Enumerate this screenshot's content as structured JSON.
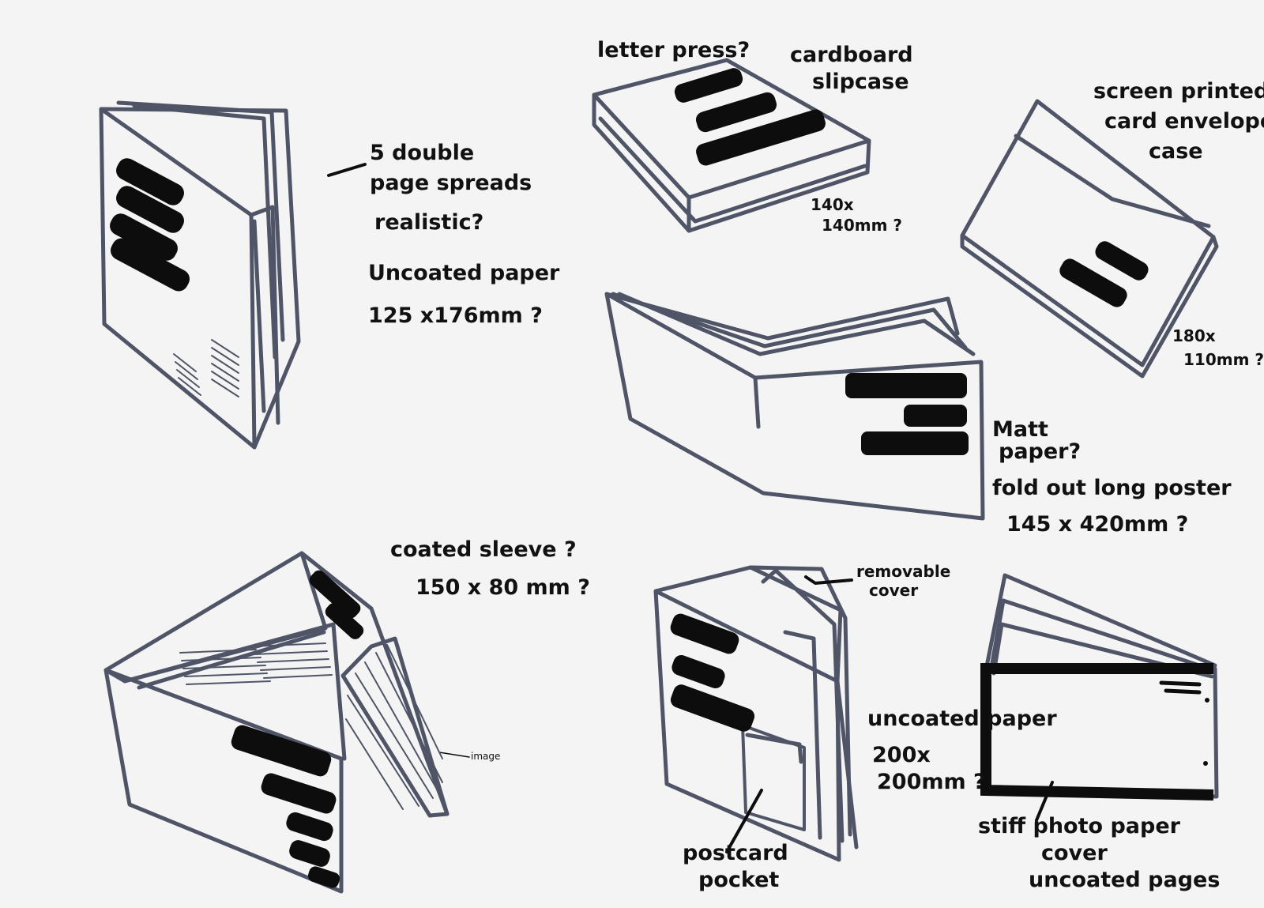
{
  "sheet": {
    "ink_color": "#0d0d0d",
    "marker_color": "#4f5566",
    "paper_color": "#f4f4f4"
  },
  "notes": {
    "booklet": {
      "line1": "5 double",
      "line2": "page spreads",
      "line3": "realistic?",
      "line4": "Uncoated paper",
      "line5": "125 x176mm ?"
    },
    "slipcase": {
      "letterpress": "letter press?",
      "line1": "cardboard",
      "line2": "slipcase",
      "size1": "140x",
      "size2": "140mm ?"
    },
    "envelope": {
      "line1": "screen printed?",
      "line2": "card envelope",
      "line3": "case",
      "size1": "180x",
      "size2": "110mm ?"
    },
    "poster": {
      "line1": "Matt",
      "line2": "paper?",
      "line3": "fold out long poster",
      "line4": "145 x 420mm ?"
    },
    "sleeve": {
      "line1": "coated sleeve ?",
      "line2": "150 x 80 mm ?",
      "image_label": "image"
    },
    "pocketbook": {
      "removable1": "removable",
      "removable2": "cover",
      "line1": "uncoated paper",
      "size1": "200x",
      "size2": "200mm ?",
      "postcard1": "postcard",
      "postcard2": "pocket"
    },
    "photobook": {
      "line1": "stiff photo paper",
      "line2": "cover",
      "line3": "uncoated pages"
    }
  }
}
